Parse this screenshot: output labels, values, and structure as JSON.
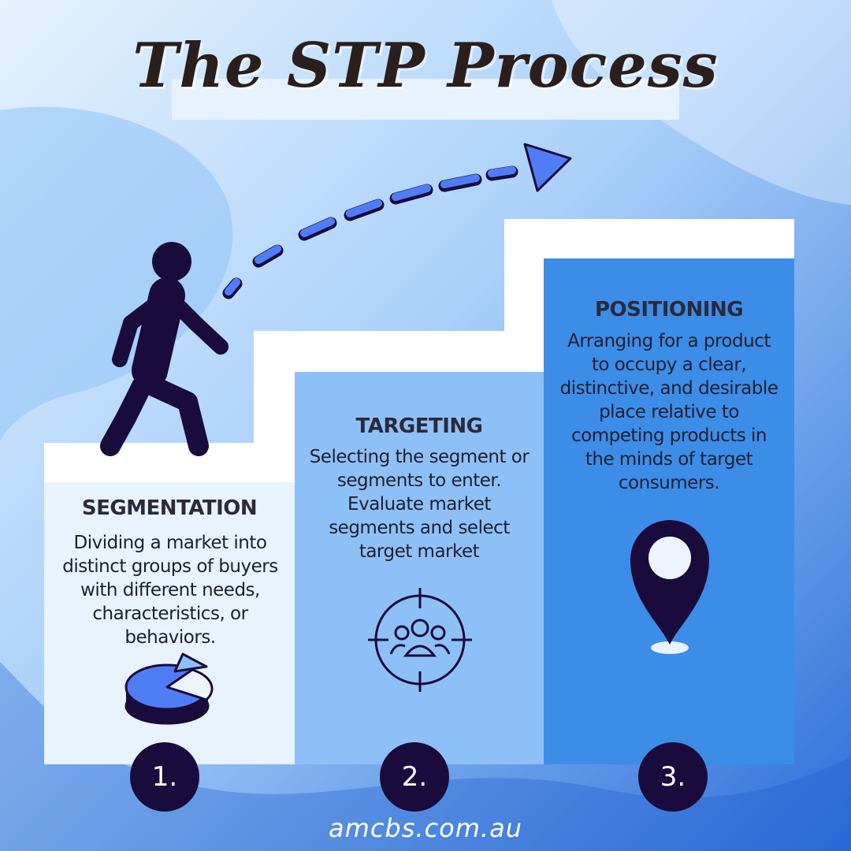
{
  "title": "The STP Process",
  "steps": [
    {
      "number": "1.",
      "title": "SEGMENTATION",
      "description": "Dividing a market into distinct groups of buyers with different needs, characteristics, or behaviors.",
      "icon": "pie-chart-icon"
    },
    {
      "number": "2.",
      "title": "TARGETING",
      "description": "Selecting the segment or segments to enter. Evaluate market segments and select target market",
      "icon": "target-audience-icon"
    },
    {
      "number": "3.",
      "title": "POSITIONING",
      "description": "Arranging for a product to occupy a clear, distinctive, and desirable place relative to competing products in the minds of target consumers.",
      "icon": "location-pin-icon"
    }
  ],
  "footer": "amcbs.com.au",
  "colors": {
    "dark": "#1a0b3d",
    "accent": "#4f7df5",
    "step1": "#e8f3fd",
    "step2": "#8ec0f8",
    "step3": "#3b8de8"
  }
}
